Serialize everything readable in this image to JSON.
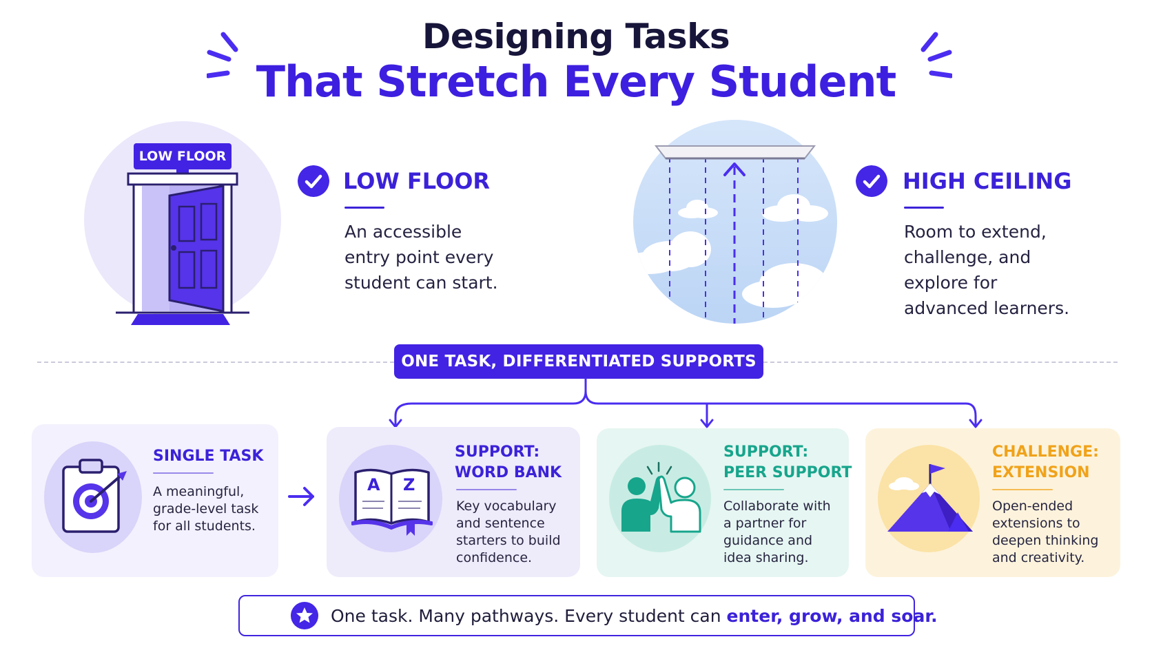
{
  "title": {
    "line1": "Designing Tasks",
    "line2": "That Stretch Every Student"
  },
  "low_floor": {
    "sign": "LOW FLOOR",
    "heading": "LOW FLOOR",
    "lines": [
      "An accessible",
      "entry point every",
      "student can start."
    ],
    "icon": "check-circle-icon"
  },
  "high_ceiling": {
    "heading": "HIGH CEILING",
    "lines": [
      "Room to extend,",
      "challenge, and",
      "explore for",
      "advanced learners."
    ],
    "icon": "check-circle-icon"
  },
  "banner": "ONE TASK, DIFFERENTIATED SUPPORTS",
  "cards": [
    {
      "title_lines": [
        "SINGLE TASK"
      ],
      "text_lines": [
        "A meaningful,",
        "grade-level task",
        "for all students."
      ],
      "icon": "clipboard-target-icon"
    },
    {
      "title_lines": [
        "SUPPORT:",
        "WORD BANK"
      ],
      "text_lines": [
        "Key vocabulary",
        "and sentence",
        "starters to build",
        "confidence."
      ],
      "icon": "book-icon",
      "book_letters": [
        "A",
        "Z"
      ]
    },
    {
      "title_lines": [
        "SUPPORT:",
        "PEER SUPPORT"
      ],
      "text_lines": [
        "Collaborate with",
        "a partner for",
        "guidance and",
        "idea sharing."
      ],
      "icon": "high-five-icon"
    },
    {
      "title_lines": [
        "CHALLENGE:",
        "EXTENSION"
      ],
      "text_lines": [
        "Open-ended",
        "extensions to",
        "deepen thinking",
        "and creativity."
      ],
      "icon": "mountain-flag-icon"
    }
  ],
  "footer": {
    "text": "One task. Many pathways. Every student can ",
    "accent": "enter, grow, and soar.",
    "icon": "star-icon"
  },
  "colors": {
    "primary": "#3d1fe0",
    "purple_card": "#f3f1fd",
    "lavender_card": "#eeebfb",
    "teal_card": "#e6f6f2",
    "teal": "#17a58c",
    "yellow_card": "#fdf3dc",
    "orange": "#f0a21a"
  }
}
